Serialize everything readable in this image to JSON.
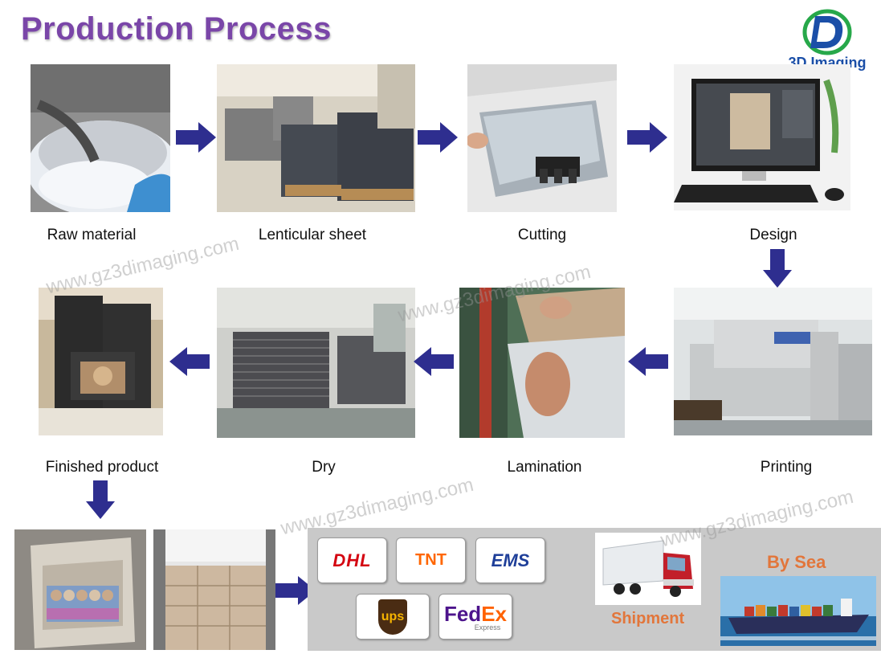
{
  "header": {
    "title": "Production Process",
    "logo_text": "3D Imaging"
  },
  "steps": [
    {
      "label": "Raw material"
    },
    {
      "label": "Lenticular sheet"
    },
    {
      "label": "Cutting"
    },
    {
      "label": "Design"
    },
    {
      "label": "Printing"
    },
    {
      "label": "Lamination"
    },
    {
      "label": "Dry"
    },
    {
      "label": "Finished product"
    }
  ],
  "watermark": "www.gz3dimaging.com",
  "shipping": {
    "carriers": {
      "dhl": "DHL",
      "tnt": "TNT",
      "ems": "EMS",
      "ups": "ups",
      "fedex_a": "Fed",
      "fedex_b": "Ex",
      "fedex_sub": "Express"
    },
    "truck_label": "Shipment",
    "sea_label": "By Sea"
  },
  "colors": {
    "title": "#7a46a8",
    "arrow": "#2e2e8f",
    "accent_orange": "#e2763b",
    "logo_blue": "#1b4fa8"
  }
}
